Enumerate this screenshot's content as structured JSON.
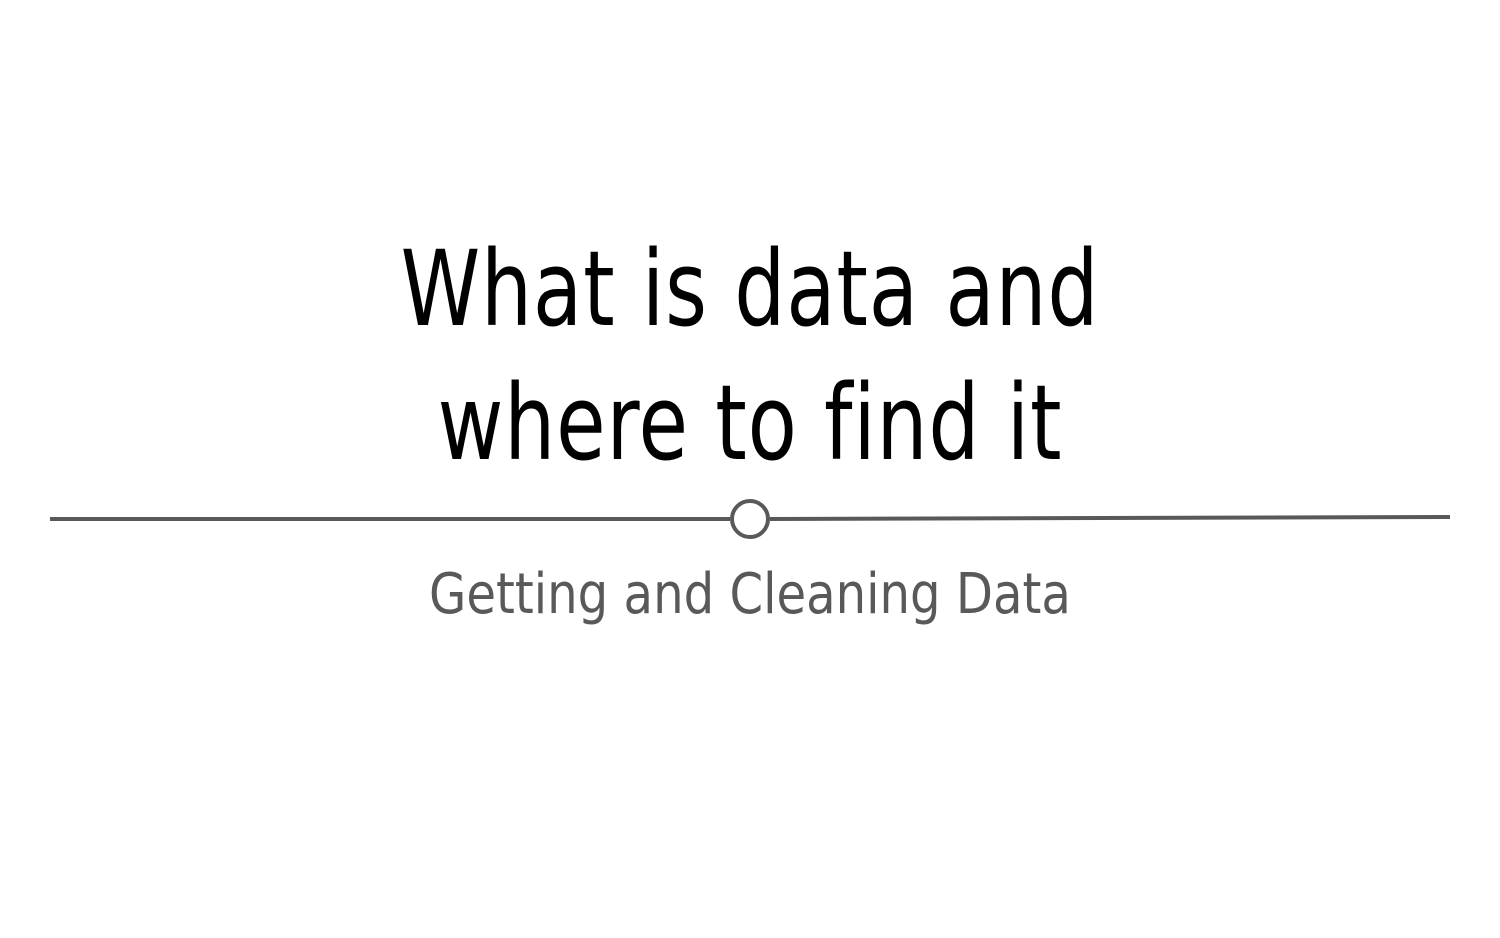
{
  "slide": {
    "title_lines": [
      "What is data and",
      "where to find it"
    ],
    "subtitle": "Getting and Cleaning Data"
  },
  "colors": {
    "background": "#ffffff",
    "title": "#000000",
    "subtitle": "#595959",
    "divider": "#595959"
  }
}
